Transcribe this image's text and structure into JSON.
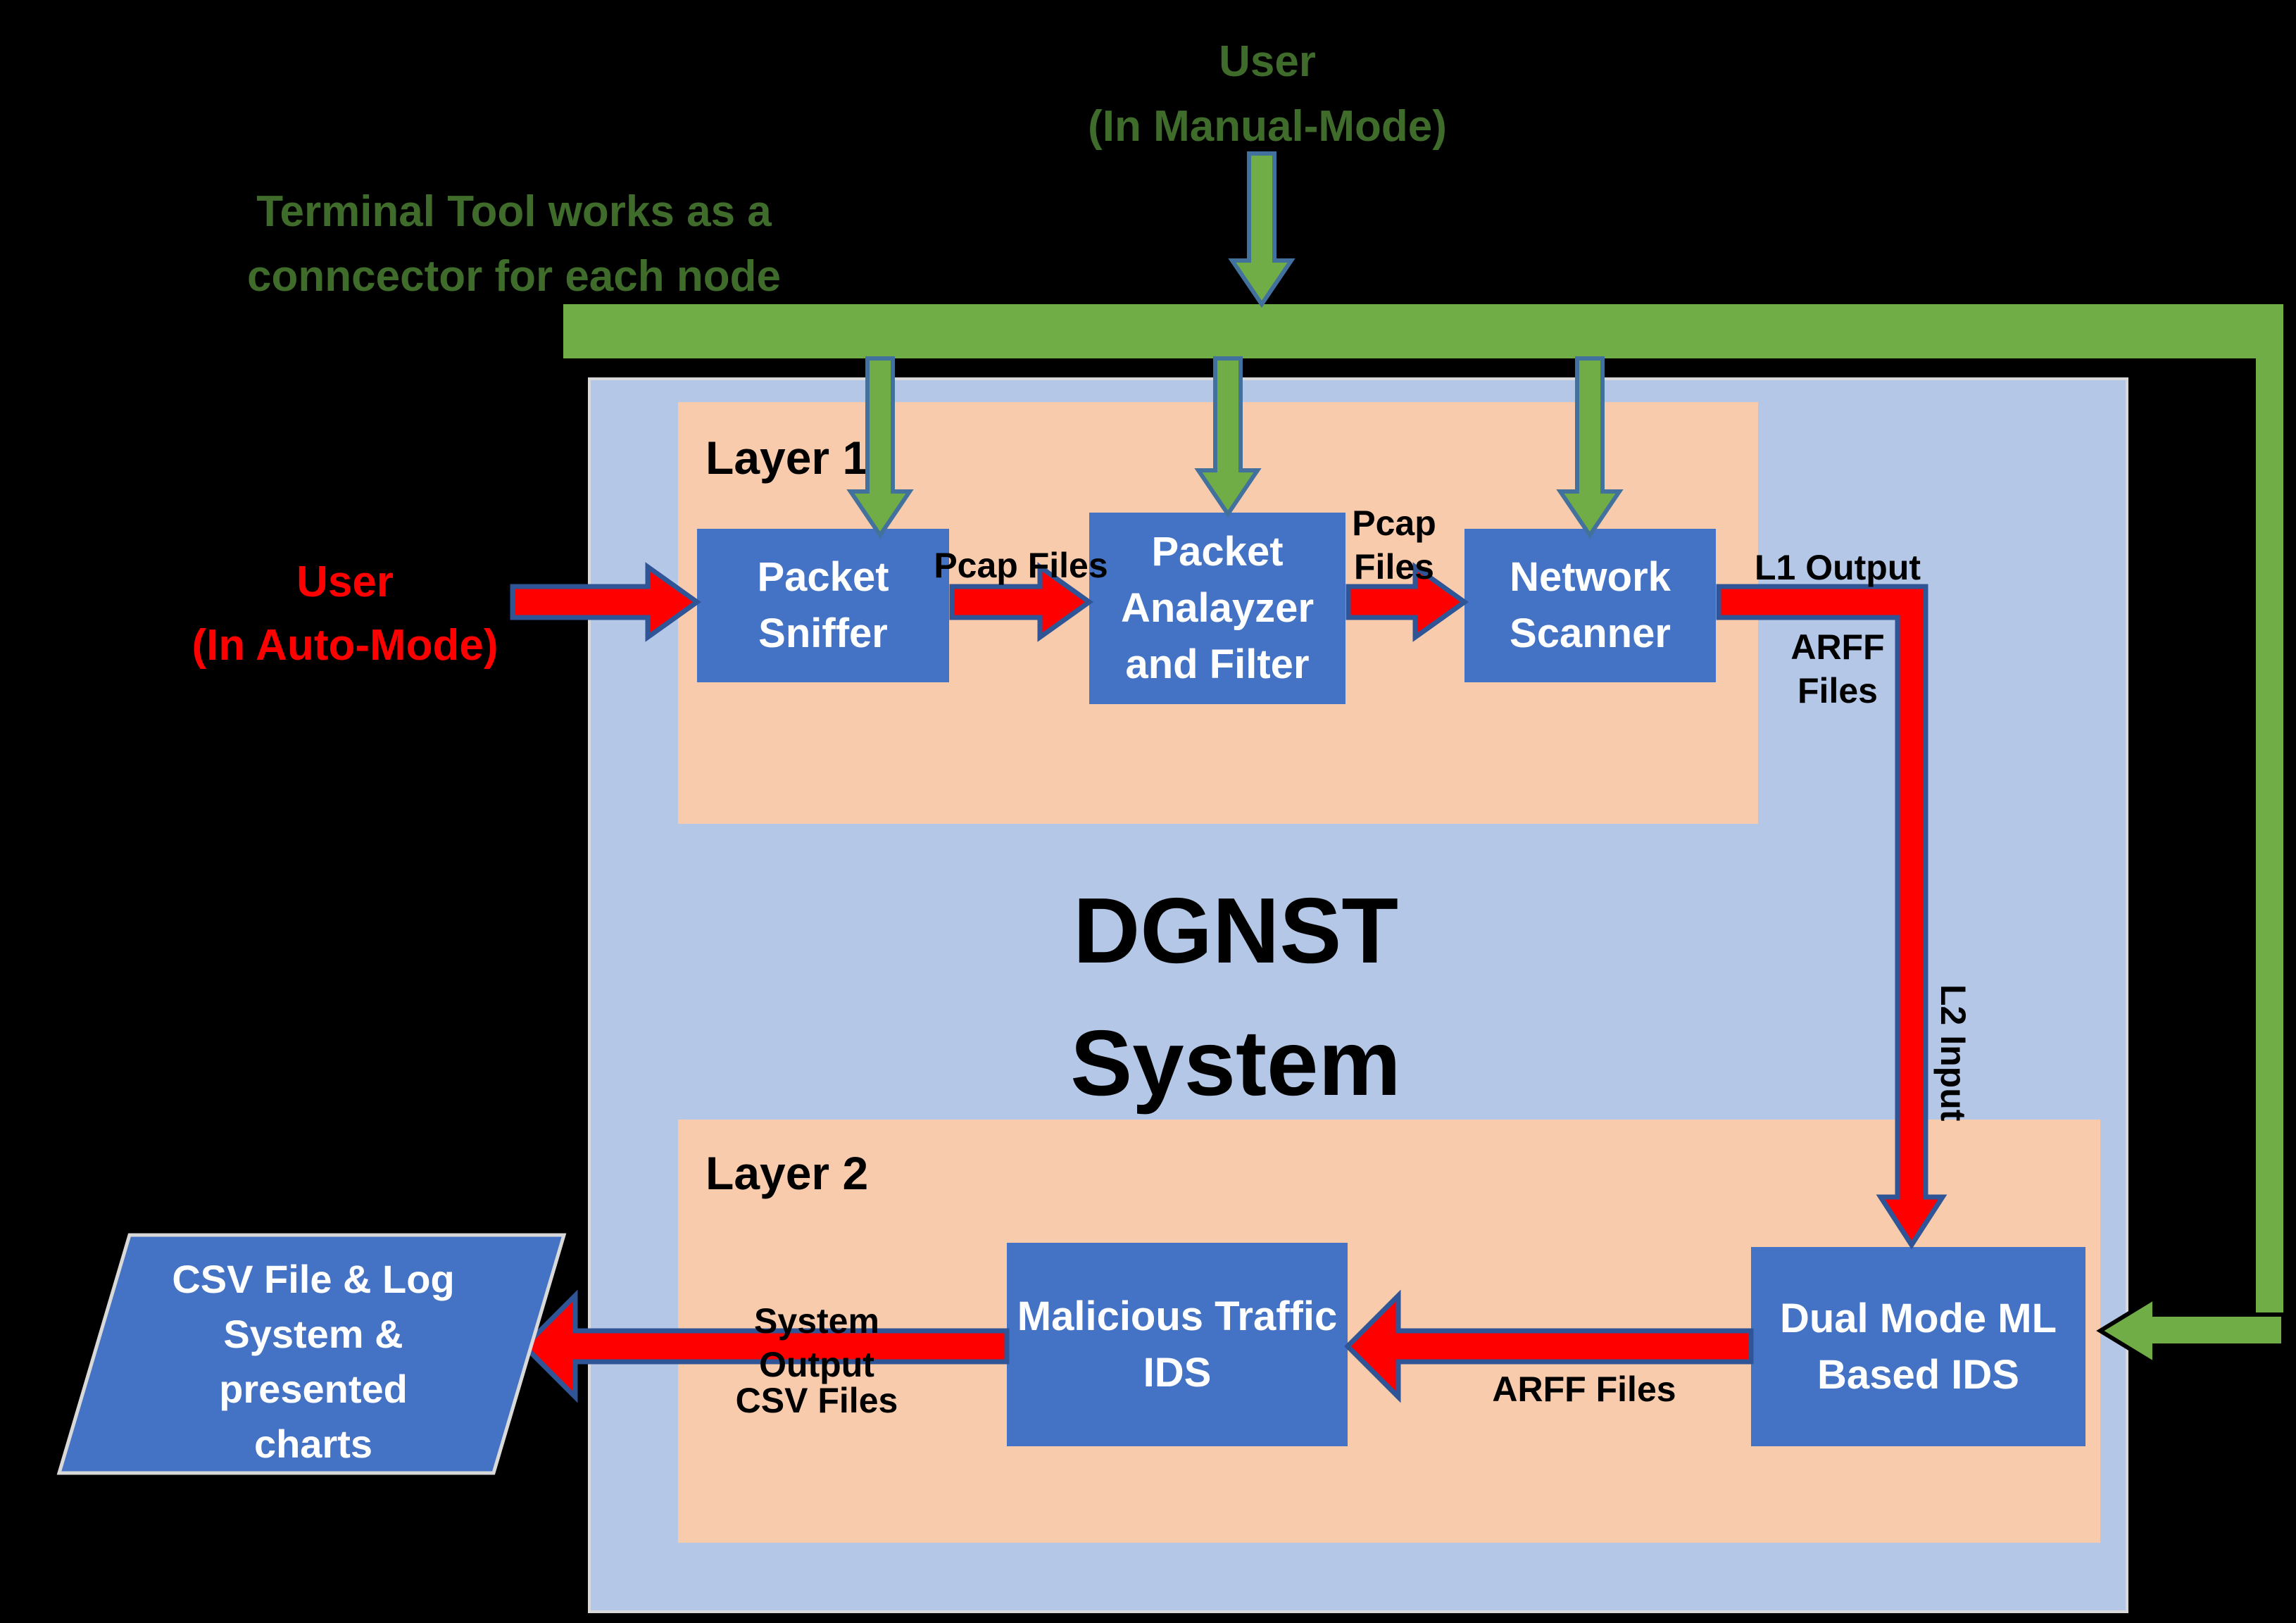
{
  "colors": {
    "background": "#000000",
    "container_fill": "#b4c7e7",
    "layer_panel_fill": "#f8cbad",
    "node_fill": "#4472c4",
    "node_text": "#ffffff",
    "red_arrow_fill": "#ff0000",
    "red_arrow_border": "#2f5597",
    "green_fill": "#70ad47",
    "green_arrow_border": "#41719c",
    "green_elbow_arrow_border": "#000000",
    "green_heading_text": "#3f6c2a",
    "red_heading_text": "#ff0000",
    "label_text": "#000000"
  },
  "headings": {
    "user_manual": {
      "line1": "User",
      "line2": "(In Manual-Mode)"
    },
    "terminal_note": {
      "line1": "Terminal Tool works as a",
      "line2": "conncector for each node"
    },
    "user_auto": {
      "line1": "User",
      "line2": "(In Auto-Mode)"
    },
    "system_title": {
      "line1": "DGNST",
      "line2": "System"
    }
  },
  "layers": {
    "layer1_label": "Layer 1",
    "layer2_label": "Layer 2"
  },
  "nodes": {
    "packet_sniffer": {
      "line1": "Packet",
      "line2": "Sniffer"
    },
    "packet_analyzer": {
      "line1": "Packet",
      "line2": "Analayzer",
      "line3": "and Filter"
    },
    "network_scanner": {
      "line1": "Network",
      "line2": "Scanner"
    },
    "malicious_ids": {
      "line1": "Malicious Traffic",
      "line2": "IDS"
    },
    "dual_mode_ids": {
      "line1": "Dual Mode ML",
      "line2": "Based IDS"
    },
    "csv_output": {
      "line1": "CSV File & Log",
      "line2": "System &",
      "line3": "presented",
      "line4": "charts"
    }
  },
  "edge_labels": {
    "pcap_files_1": "Pcap Files",
    "pcap_files_2": {
      "line1": "Pcap",
      "line2": "Files"
    },
    "l1_output": "L1 Output",
    "arff_files_l1": "ARFF Files",
    "l2_input": "L2 Input",
    "arff_files_l2": "ARFF Files",
    "system_output": "System Output",
    "csv_files": "CSV Files"
  }
}
